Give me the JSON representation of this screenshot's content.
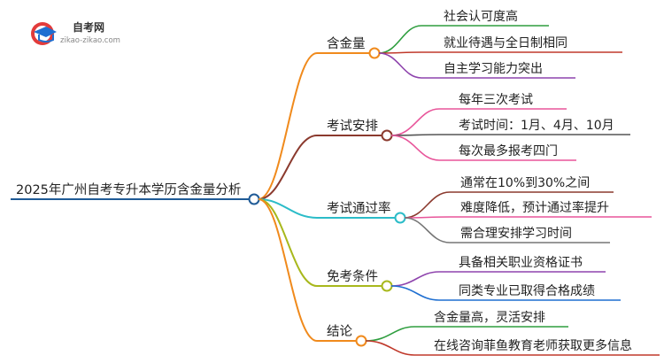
{
  "brand": {
    "name": "自考网",
    "url": "zikao-zikao.com",
    "logo_icon": "graduation-cap-icon"
  },
  "root": {
    "label": "2025年广州自考专升本学历含金量分析",
    "color": "#1f5a96"
  },
  "branches": [
    {
      "label": "含金量",
      "color": "#f08a1c",
      "leaf_color": "#2f9e3f",
      "leaves": [
        "社会认可度高",
        "就业待遇与全日制相同",
        "自主学习能力突出"
      ],
      "leaf_colors": [
        "#2f9e3f",
        "#c0392b",
        "#8e44ad"
      ]
    },
    {
      "label": "考试安排",
      "color": "#8b3a2e",
      "leaves": [
        "每年三次考试",
        "考试时间：1月、4月、10月",
        "每次最多报考四门"
      ],
      "leaf_colors": [
        "#e8559a",
        "#555555",
        "#e8559a"
      ]
    },
    {
      "label": "考试通过率",
      "color": "#2bbcc8",
      "leaves": [
        "通常在10%到30%之间",
        "难度降低，预计通过率提升",
        "需合理安排学习时间"
      ],
      "leaf_colors": [
        "#8b3a2e",
        "#e8559a",
        "#777777"
      ]
    },
    {
      "label": "免考条件",
      "color": "#a8b81c",
      "leaves": [
        "具备相关职业资格证书",
        "同类专业已取得合格成绩"
      ],
      "leaf_colors": [
        "#8e44ad",
        "#1f6fd1"
      ]
    },
    {
      "label": "结论",
      "color": "#f08a1c",
      "leaves": [
        "含金量高，灵活安排",
        "在线咨询菲鱼教育老师获取更多信息"
      ],
      "leaf_colors": [
        "#2f9e3f",
        "#c0392b"
      ]
    }
  ]
}
